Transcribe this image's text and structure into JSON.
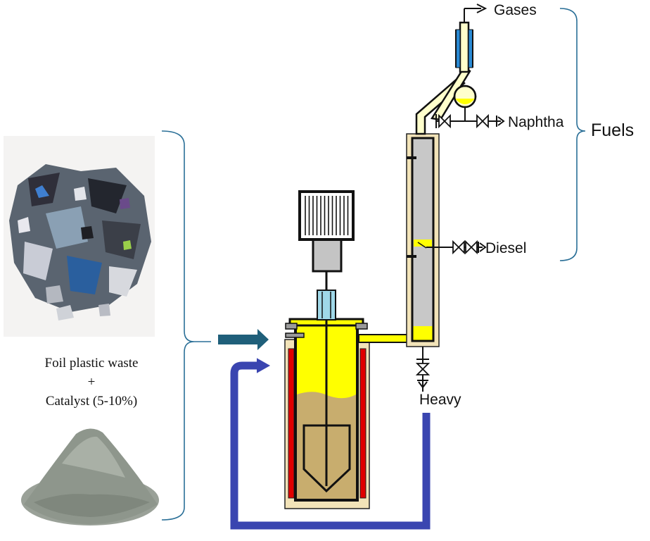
{
  "left_panel": {
    "caption_line1": "Foil plastic waste",
    "caption_line2": "+",
    "caption_line3": "Catalyst (5-10%)"
  },
  "labels": {
    "gases": "Gases",
    "naphtha": "Naphtha",
    "diesel": "Diesel",
    "heavy": "Heavy",
    "fuels": "Fuels"
  },
  "colors": {
    "yellow": "#ffff00",
    "pipe_fill": "#ffffcc",
    "jacket": "#f2e3b8",
    "heater": "#e00000",
    "melt": "#c8ad6e",
    "column_fill": "#c8c8c8",
    "feed_arrow": "#1f5f7a",
    "loop": "#3a45b0",
    "condenser_blue": "#2a8ad4",
    "bracket": "#2a6f97"
  }
}
